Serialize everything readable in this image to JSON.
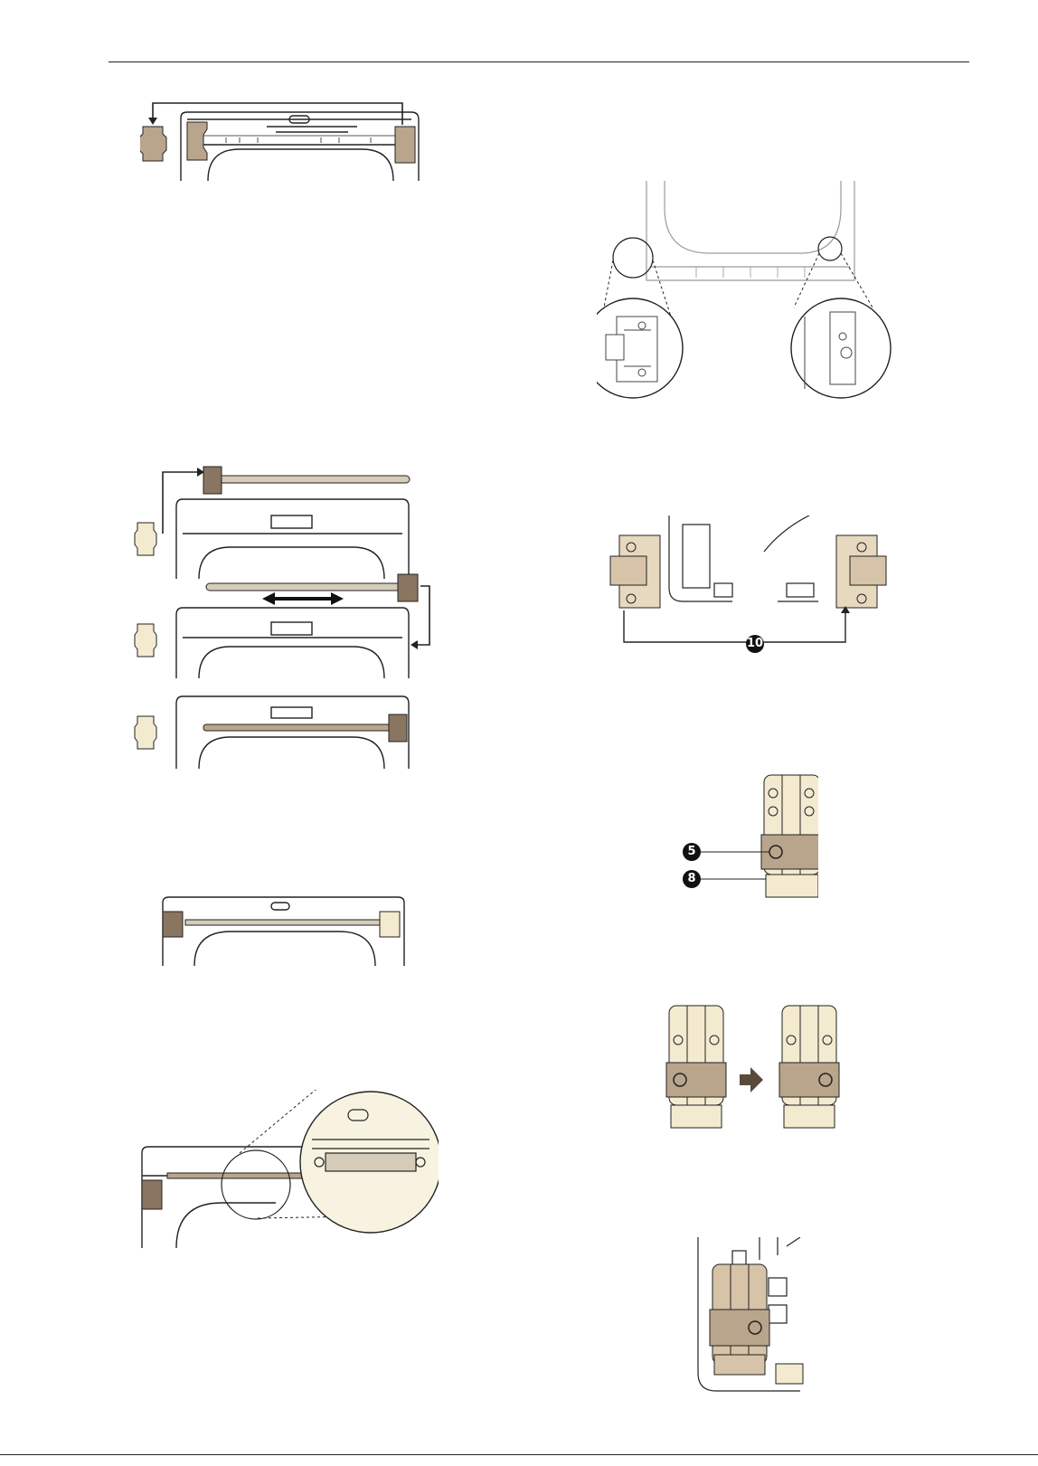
{
  "colors": {
    "line": "#222222",
    "part_brown": "#b9a58c",
    "part_brown_dark": "#8a7560",
    "part_cream": "#f3ead0",
    "light_line": "#9a9a9a"
  },
  "callouts": {
    "ten": "10",
    "five": "5",
    "eight": "8"
  },
  "icons": {
    "transfer_arrow": "arrow-right-icon",
    "slide_arrow": "double-arrow-icon"
  }
}
